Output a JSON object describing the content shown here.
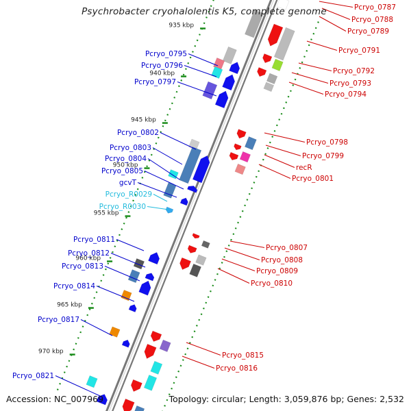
{
  "title": "Psychrobacter cryohalolentis K5, complete genome",
  "footer": {
    "accession": "Accession: NC_007969",
    "summary": "Topology: circular; Length: 3,059,876 bp; Genes: 2,532"
  },
  "colors": {
    "left_label": "#0000cc",
    "rna_label": "#22bbdd",
    "right_label": "#cc0000",
    "track_dots": "#1a8c1a",
    "backbone": "#777777"
  },
  "kbp_ticks": [
    "935 kbp",
    "940 kbp",
    "945 kbp",
    "950 kbp",
    "955 kbp",
    "960 kbp",
    "965 kbp",
    "970 kbp"
  ],
  "left_labels": [
    {
      "text": "Pcryo_0795",
      "kind": "gene"
    },
    {
      "text": "Pcryo_0796",
      "kind": "gene"
    },
    {
      "text": "Pcryo_0797",
      "kind": "gene"
    },
    {
      "text": "Pcryo_0802",
      "kind": "gene"
    },
    {
      "text": "Pcryo_0803",
      "kind": "gene"
    },
    {
      "text": "Pcryo_0804",
      "kind": "gene"
    },
    {
      "text": "Pcryo_0805",
      "kind": "gene"
    },
    {
      "text": "gcvT",
      "kind": "gene"
    },
    {
      "text": "Pcryo_R0029",
      "kind": "rna"
    },
    {
      "text": "Pcryo_R0030",
      "kind": "rna"
    },
    {
      "text": "Pcryo_0811",
      "kind": "gene"
    },
    {
      "text": "Pcryo_0812",
      "kind": "gene"
    },
    {
      "text": "Pcryo_0813",
      "kind": "gene"
    },
    {
      "text": "Pcryo_0814",
      "kind": "gene"
    },
    {
      "text": "Pcryo_0817",
      "kind": "gene"
    },
    {
      "text": "Pcryo_0821",
      "kind": "gene"
    }
  ],
  "right_labels": [
    {
      "text": "Pcryo_0787"
    },
    {
      "text": "Pcryo_0788"
    },
    {
      "text": "Pcryo_0789"
    },
    {
      "text": "Pcryo_0791"
    },
    {
      "text": "Pcryo_0792"
    },
    {
      "text": "Pcryo_0793"
    },
    {
      "text": "Pcryo_0794"
    },
    {
      "text": "Pcryo_0798"
    },
    {
      "text": "Pcryo_0799"
    },
    {
      "text": "recR"
    },
    {
      "text": "Pcryo_0801"
    },
    {
      "text": "Pcryo_0807"
    },
    {
      "text": "Pcryo_0808"
    },
    {
      "text": "Pcryo_0809"
    },
    {
      "text": "Pcryo_0810"
    },
    {
      "text": "Pcryo_0815"
    },
    {
      "text": "Pcryo_0816"
    }
  ]
}
